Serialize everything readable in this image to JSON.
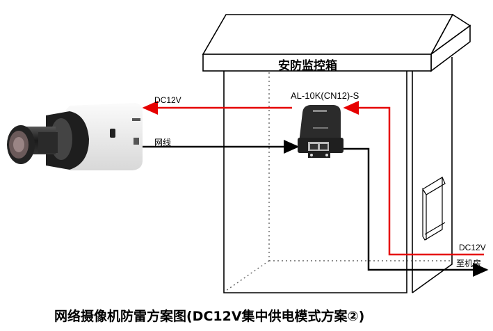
{
  "cabinet": {
    "title": "安防监控箱"
  },
  "device": {
    "model": "AL-10K(CN12)-S"
  },
  "labels": {
    "dc_camera": "DC12V",
    "network_cable": "网线",
    "dc_input": "DC12V",
    "to_machine_room": "至机房"
  },
  "caption": "网络摄像机防雷方案图(DC12V集中供电模式方案②)",
  "colors": {
    "power_line": "#e60000",
    "signal_line": "#000000"
  }
}
